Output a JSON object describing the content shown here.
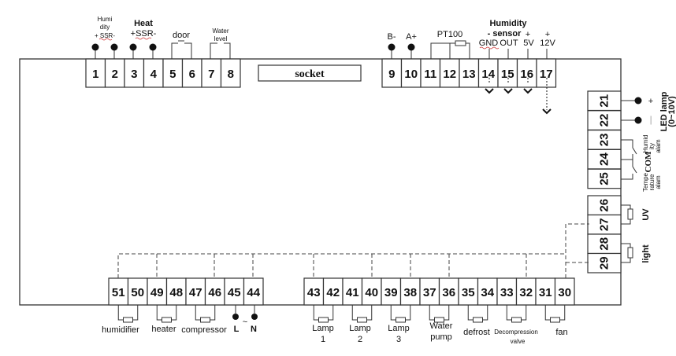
{
  "diagram": {
    "title": "Controller wiring diagram",
    "socket_label": "socket",
    "top_terminals": [
      "1",
      "2",
      "3",
      "4",
      "5",
      "6",
      "7",
      "8",
      "9",
      "10",
      "11",
      "12",
      "13",
      "14",
      "15",
      "16",
      "17"
    ],
    "right_terminals": [
      "21",
      "22",
      "23",
      "24",
      "25",
      "26",
      "27",
      "28",
      "29"
    ],
    "bottom_terminals": [
      "51",
      "50",
      "49",
      "48",
      "47",
      "46",
      "45",
      "44",
      "43",
      "42",
      "41",
      "40",
      "39",
      "38",
      "37",
      "36",
      "35",
      "34",
      "33",
      "32",
      "31",
      "30"
    ],
    "top_labels": {
      "humidity_ssr_line1": "Humi",
      "humidity_ssr_line2": "dity",
      "humidity_ssr_line3": "+ SSR-",
      "heat_ssr_line1": "Heat",
      "heat_ssr_line2": "+SSR-",
      "door": "door",
      "water_level_line1": "Water",
      "water_level_line2": "level",
      "b_minus": "B-",
      "a_plus": "A+",
      "pt100": "PT100",
      "humidity_sensor_line1": "Humidity",
      "humidity_sensor_line2": "- sensor",
      "gnd": "GND",
      "out": "OUT",
      "plus_5v_sign": "+",
      "plus_5v": "5V",
      "plus_12v_sign": "+",
      "plus_12v": "12V"
    },
    "right_labels": {
      "led_plus": "+",
      "led_minus": "—",
      "led_lamp_line1": "LED lamp",
      "led_lamp_line2": "(0~10V)",
      "humidity_alarm_line1": "Humid",
      "humidity_alarm_line2": "ity",
      "humidity_alarm_line3": "alam",
      "com": "COM",
      "temp_alarm_line1": "Tempe",
      "temp_alarm_line2": "rature",
      "temp_alarm_line3": "alam",
      "uv": "UV",
      "light": "light"
    },
    "bottom_labels": {
      "humidifier": "humidifier",
      "heater": "heater",
      "compressor": "compressor",
      "l": "L",
      "ac": "~",
      "n": "N",
      "lamp1_line1": "Lamp",
      "lamp1_line2": "1",
      "lamp2_line1": "Lamp",
      "lamp2_line2": "2",
      "lamp3_line1": "Lamp",
      "lamp3_line2": "3",
      "water_pump_line1": "Water",
      "water_pump_line2": "pump",
      "defrost": "defrost",
      "decompression_line1": "Decompression",
      "decompression_line2": "valve",
      "fan": "fan"
    }
  }
}
